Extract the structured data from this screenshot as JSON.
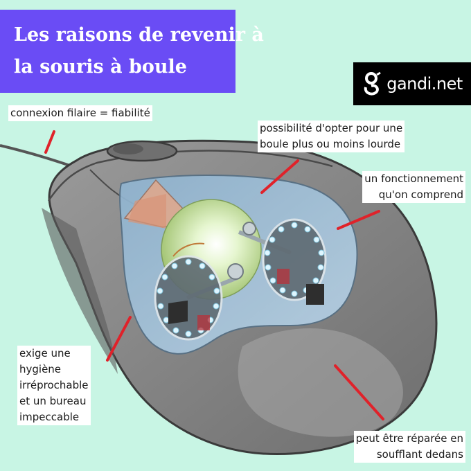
{
  "title": {
    "line1": "Les raisons de revenir à",
    "line2": "la souris à boule"
  },
  "brand": {
    "name": "gandi.net",
    "icon": "gandi-logo-icon"
  },
  "annotations": [
    {
      "id": "wired",
      "lines": [
        "connexion filaire = fiabilité"
      ]
    },
    {
      "id": "weight",
      "lines": [
        "possibilité d'opter pour une",
        "boule plus ou moins lourde"
      ]
    },
    {
      "id": "understand",
      "lines": [
        "un fonctionnement",
        "qu'on comprend"
      ]
    },
    {
      "id": "hygiene",
      "lines": [
        "exige une",
        "hygiène",
        "irréprochable",
        "et un bureau",
        "impeccable"
      ]
    },
    {
      "id": "repair",
      "lines": [
        "peut être réparée en",
        "soufflant dedans"
      ]
    }
  ],
  "colors": {
    "background": "#c8f5e4",
    "title_bg": "#6a4cf5",
    "pointer": "#e0222a",
    "mouse_body": "#8a8a8a"
  }
}
